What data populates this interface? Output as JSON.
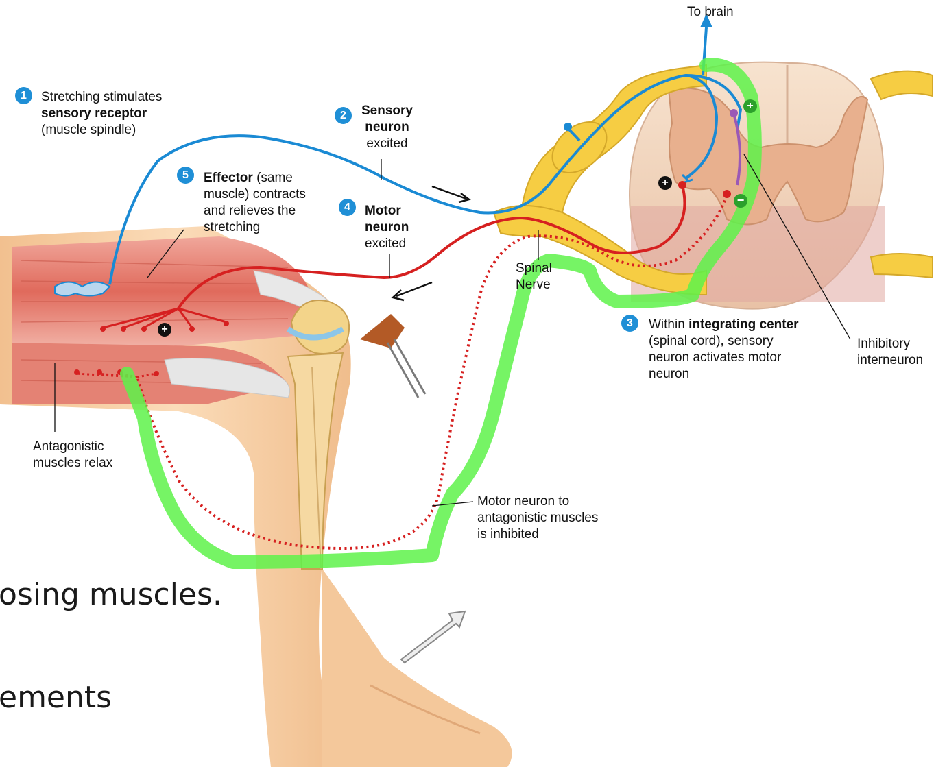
{
  "labels": {
    "to_brain": "To brain",
    "step1": {
      "number": "1",
      "line1": "Stretching stimulates",
      "line2": "sensory receptor",
      "line3": "(muscle spindle)"
    },
    "step2": {
      "number": "2",
      "line1": "Sensory",
      "line2": "neuron",
      "line3": "excited"
    },
    "step3": {
      "number": "3",
      "line1_pre": "Within ",
      "line1_bold": "integrating center",
      "line2": "(spinal cord), sensory",
      "line3": "neuron activates motor",
      "line4": "neuron"
    },
    "step4": {
      "number": "4",
      "line1": "Motor",
      "line2": "neuron",
      "line3": "excited"
    },
    "step5": {
      "number": "5",
      "line1_bold": "Effector",
      "line1_rest": " (same",
      "line2": "muscle) contracts",
      "line3": "and relieves the",
      "line4": "stretching"
    },
    "spinal_nerve": {
      "line1": "Spinal",
      "line2": "Nerve"
    },
    "inhibitory": {
      "line1": "Inhibitory",
      "line2": "interneuron"
    },
    "antagonistic": {
      "line1": "Antagonistic",
      "line2": "muscles relax"
    },
    "motor_antagonist": {
      "line1": "Motor neuron to",
      "line2": "antagonistic muscles",
      "line3": "is inhibited"
    }
  },
  "signs": {
    "plus": "+",
    "minus": "−"
  },
  "slide_text": {
    "line1": "osing muscles.",
    "line2": "ements"
  },
  "colors": {
    "sensory": "#1a8ad4",
    "motor": "#d62020",
    "interneuron": "#9b59b6",
    "highlight": "#5ef24a",
    "nerve": "#f5cc3c",
    "muscle": "#e06a5c",
    "skin": "#f6cfa3",
    "badge": "#1f8fd6"
  }
}
